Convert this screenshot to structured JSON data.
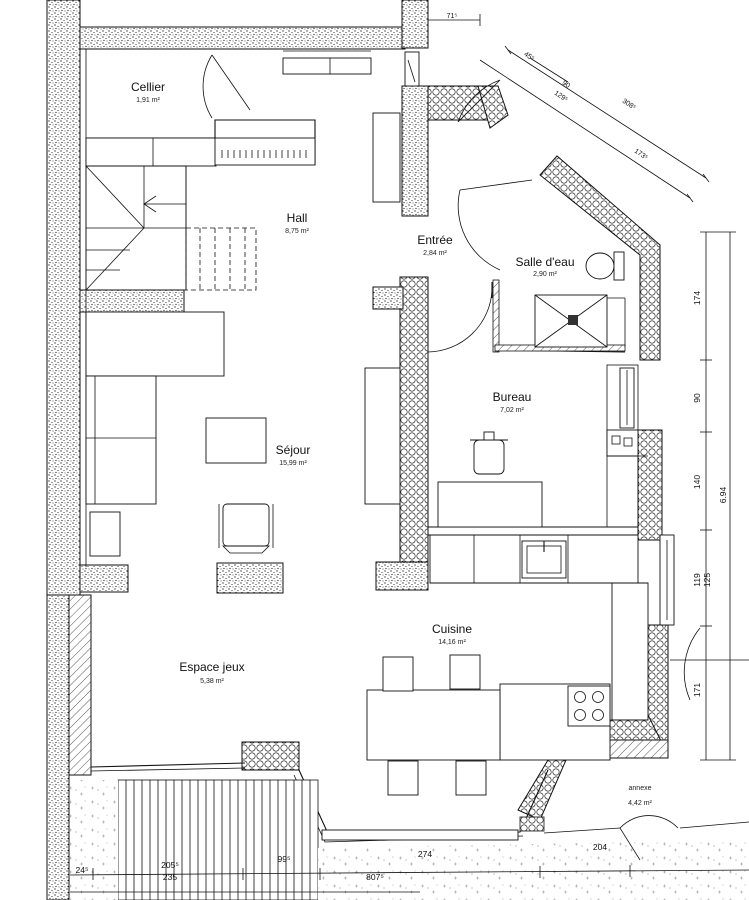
{
  "rooms": {
    "cellier": {
      "name": "Cellier",
      "area": "1,91 m²"
    },
    "hall": {
      "name": "Hall",
      "area": "8,75 m²"
    },
    "entree": {
      "name": "Entrée",
      "area": "2,84 m²"
    },
    "salle_eau": {
      "name": "Salle d'eau",
      "area": "2,90 m²"
    },
    "bureau": {
      "name": "Bureau",
      "area": "7,02 m²"
    },
    "sejour": {
      "name": "Séjour",
      "area": "15,99 m²"
    },
    "cuisine": {
      "name": "Cuisine",
      "area": "14,16 m²"
    },
    "espace_jeux": {
      "name": "Espace jeux",
      "area": "5,38 m²"
    },
    "annexe": {
      "name": "annexe",
      "area": "4,42 m²"
    }
  },
  "dimensions": {
    "top": "71⁵",
    "diag_45": "45⁵",
    "diag_90": "90",
    "diag_129": "129⁵",
    "diag_308": "308⁵",
    "diag_173": "173⁵",
    "right_174": "174",
    "right_90": "90",
    "right_140": "140",
    "right_694": "6.94",
    "right_119": "119",
    "right_125": "125",
    "right_171": "171",
    "bottom_24": "24⁵",
    "bottom_205": "205⁵",
    "bottom_235": "235",
    "bottom_99": "99⁵",
    "bottom_274": "274",
    "bottom_204": "204",
    "bottom_807": "807⁵"
  }
}
